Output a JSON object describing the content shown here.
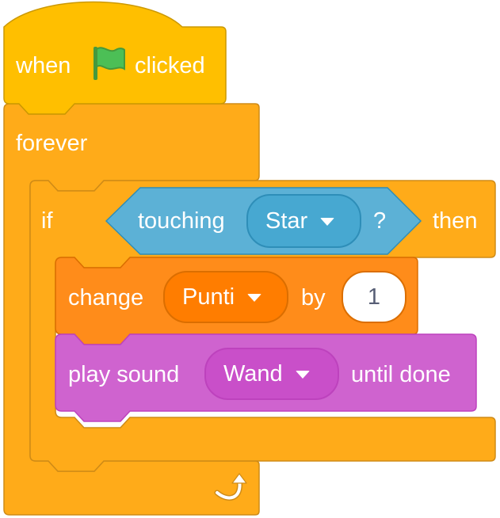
{
  "blocks": {
    "hat": {
      "text_before": "when",
      "icon": "green-flag-icon",
      "text_after": "clicked"
    },
    "forever": {
      "label": "forever",
      "end_icon": "loop-arrow-icon"
    },
    "if_block": {
      "if_label": "if",
      "then_label": "then",
      "condition": {
        "label": "touching",
        "menu_value": "Star",
        "question": "?"
      }
    },
    "change_var": {
      "label": "change",
      "variable": "Punti",
      "by_label": "by",
      "amount": "1"
    },
    "play_sound": {
      "label": "play sound",
      "sound": "Wand",
      "suffix": "until done"
    }
  },
  "colors": {
    "events": "#ffbf00",
    "events_border": "#cc9900",
    "control": "#ffab19",
    "control_border": "#cf8b17",
    "sensing": "#5cb1d6",
    "sensing_border": "#2e8eb8",
    "sensing_field": "#47a8d1",
    "variables": "#ff8c1a",
    "variables_border": "#db6e00",
    "variables_field": "#ff7d00",
    "sound": "#cf63cf",
    "sound_border": "#bd42bd",
    "sound_field": "#c94fc9",
    "flag_green": "#4cbf56",
    "flag_dark": "#45993d"
  }
}
